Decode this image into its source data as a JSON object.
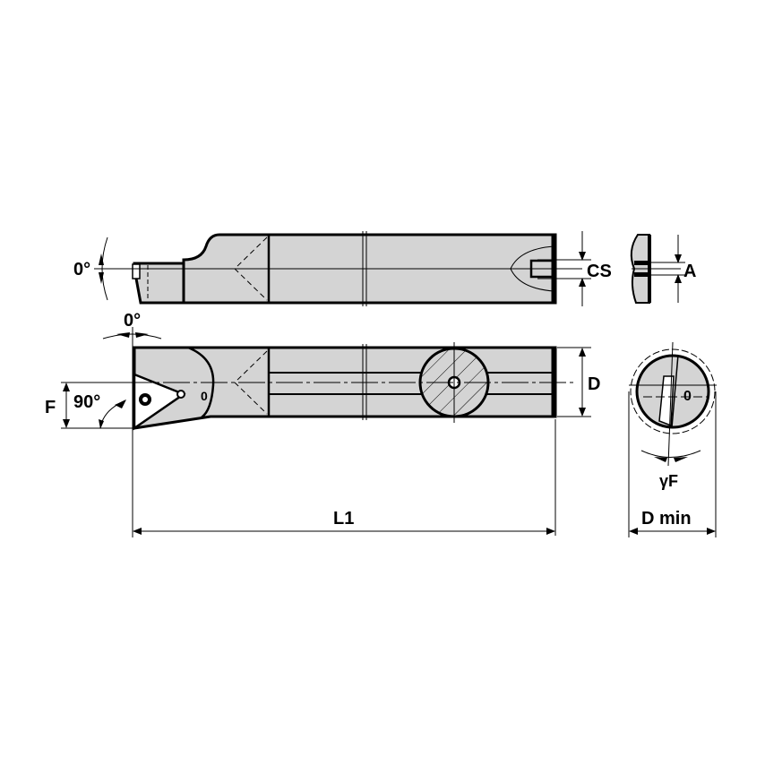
{
  "drawing": {
    "type": "boring bar technical drawing",
    "fill_color": "#d4d4d4",
    "line_color": "#000000"
  },
  "labels": {
    "top_angle": "0°",
    "side_angle": "0°",
    "approach_angle": "90°",
    "F": "F",
    "CS": "CS",
    "A": "A",
    "D": "D",
    "L1": "L1",
    "gamma_F": "γF",
    "D_min": "D min",
    "insert_mark": "0",
    "end_mark": "0"
  }
}
